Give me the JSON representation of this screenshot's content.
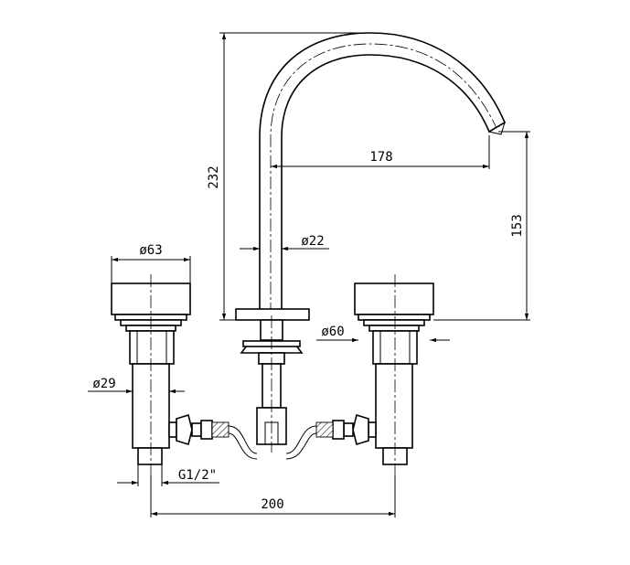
{
  "drawing": {
    "title": "",
    "dimensions": {
      "spout_height": "232",
      "spout_reach": "178",
      "outlet_height": "153",
      "spout_diameter": "ø22",
      "handle_diameter": "ø63",
      "flange_diameter": "ø60",
      "body_diameter": "ø29",
      "thread": "G1/2\"",
      "center_distance": "200"
    }
  }
}
